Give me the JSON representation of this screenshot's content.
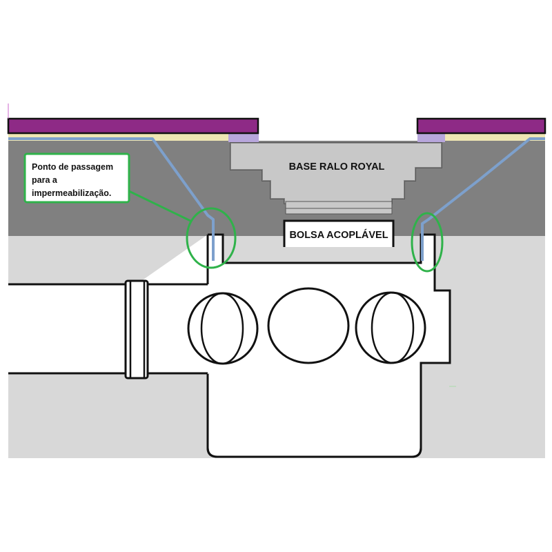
{
  "labels": {
    "base": "BASE RALO ROYAL",
    "bolsa": "BOLSA ACOPLÁVEL",
    "callout_line1": "Ponto de passagem",
    "callout_line2": "para a",
    "callout_line3": "impermeabilização."
  },
  "colors": {
    "background": "#ffffff",
    "slab": "#808080",
    "light_gray": "#d8d8d8",
    "base_gray": "#c8c8c8",
    "finish_purple": "#8e2a86",
    "mortar_yellow": "#efe6b3",
    "lavender": "#b8a7dc",
    "membrane_blue": "#7da0cc",
    "highlight_green": "#2fb24a",
    "outline": "#111111"
  }
}
